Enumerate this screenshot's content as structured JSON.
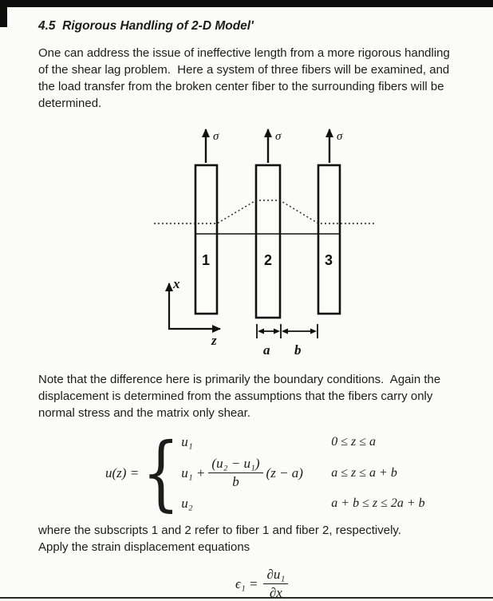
{
  "page": {
    "heading": "4.5  Rigorous Handling of 2-D Model'",
    "para1": "One can address the issue of ineffective length from a more rigorous handling of the shear lag problem.  Here a system of three fibers will be examined, and the load transfer from the broken center fiber to the surrounding fibers will be determined.",
    "para2": "Note that the difference here is primarily the boundary conditions.  Again the displacement is determined from the assumptions that the fibers carry only normal stress and the matrix only shear.",
    "para3_line1": "where the subscripts 1 and 2 refer to fiber 1 and fiber 2, respectively.",
    "para3_line2": "Apply the strain displacement equations"
  },
  "figure": {
    "stress_label": "σ",
    "fibers": [
      "1",
      "2",
      "3"
    ],
    "axis": {
      "x": "x",
      "z": "z"
    },
    "dims": {
      "a": "a",
      "b": "b"
    }
  },
  "equations": {
    "u_lhs": "u(z) =",
    "cases": [
      {
        "expr": "u₁",
        "cond": "0 ≤ z ≤ a"
      },
      {
        "pre": "u₁ +",
        "num": "(u₂ − u₁)",
        "den": "b",
        "post": "(z − a)",
        "cond": "a ≤ z ≤ a + b"
      },
      {
        "expr": "u₂",
        "cond": "a + b ≤ z ≤ 2a + b"
      }
    ],
    "strain": {
      "lhs": "ϵ₁ =",
      "num": "∂u₁",
      "den": "∂x"
    }
  }
}
